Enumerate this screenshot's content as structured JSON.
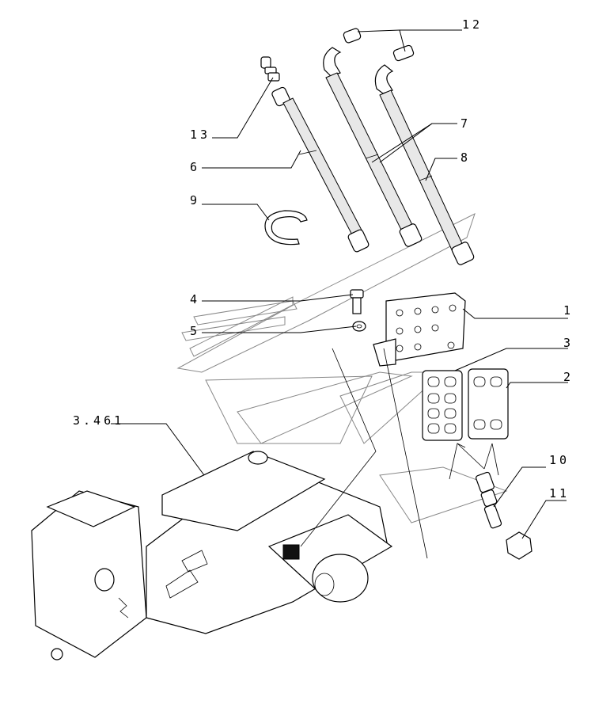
{
  "callouts": [
    {
      "id": "c1",
      "text": "1"
    },
    {
      "id": "c2",
      "text": "2"
    },
    {
      "id": "c3",
      "text": "3"
    },
    {
      "id": "c4",
      "text": "4"
    },
    {
      "id": "c5",
      "text": "5"
    },
    {
      "id": "c6",
      "text": "6"
    },
    {
      "id": "c7",
      "text": "7"
    },
    {
      "id": "c8",
      "text": "8"
    },
    {
      "id": "c9",
      "text": "9"
    },
    {
      "id": "c10",
      "text": "10"
    },
    {
      "id": "c11",
      "text": "11"
    },
    {
      "id": "c12",
      "text": "12"
    },
    {
      "id": "c13",
      "text": "13"
    },
    {
      "id": "c3461",
      "text": "3.461"
    }
  ]
}
